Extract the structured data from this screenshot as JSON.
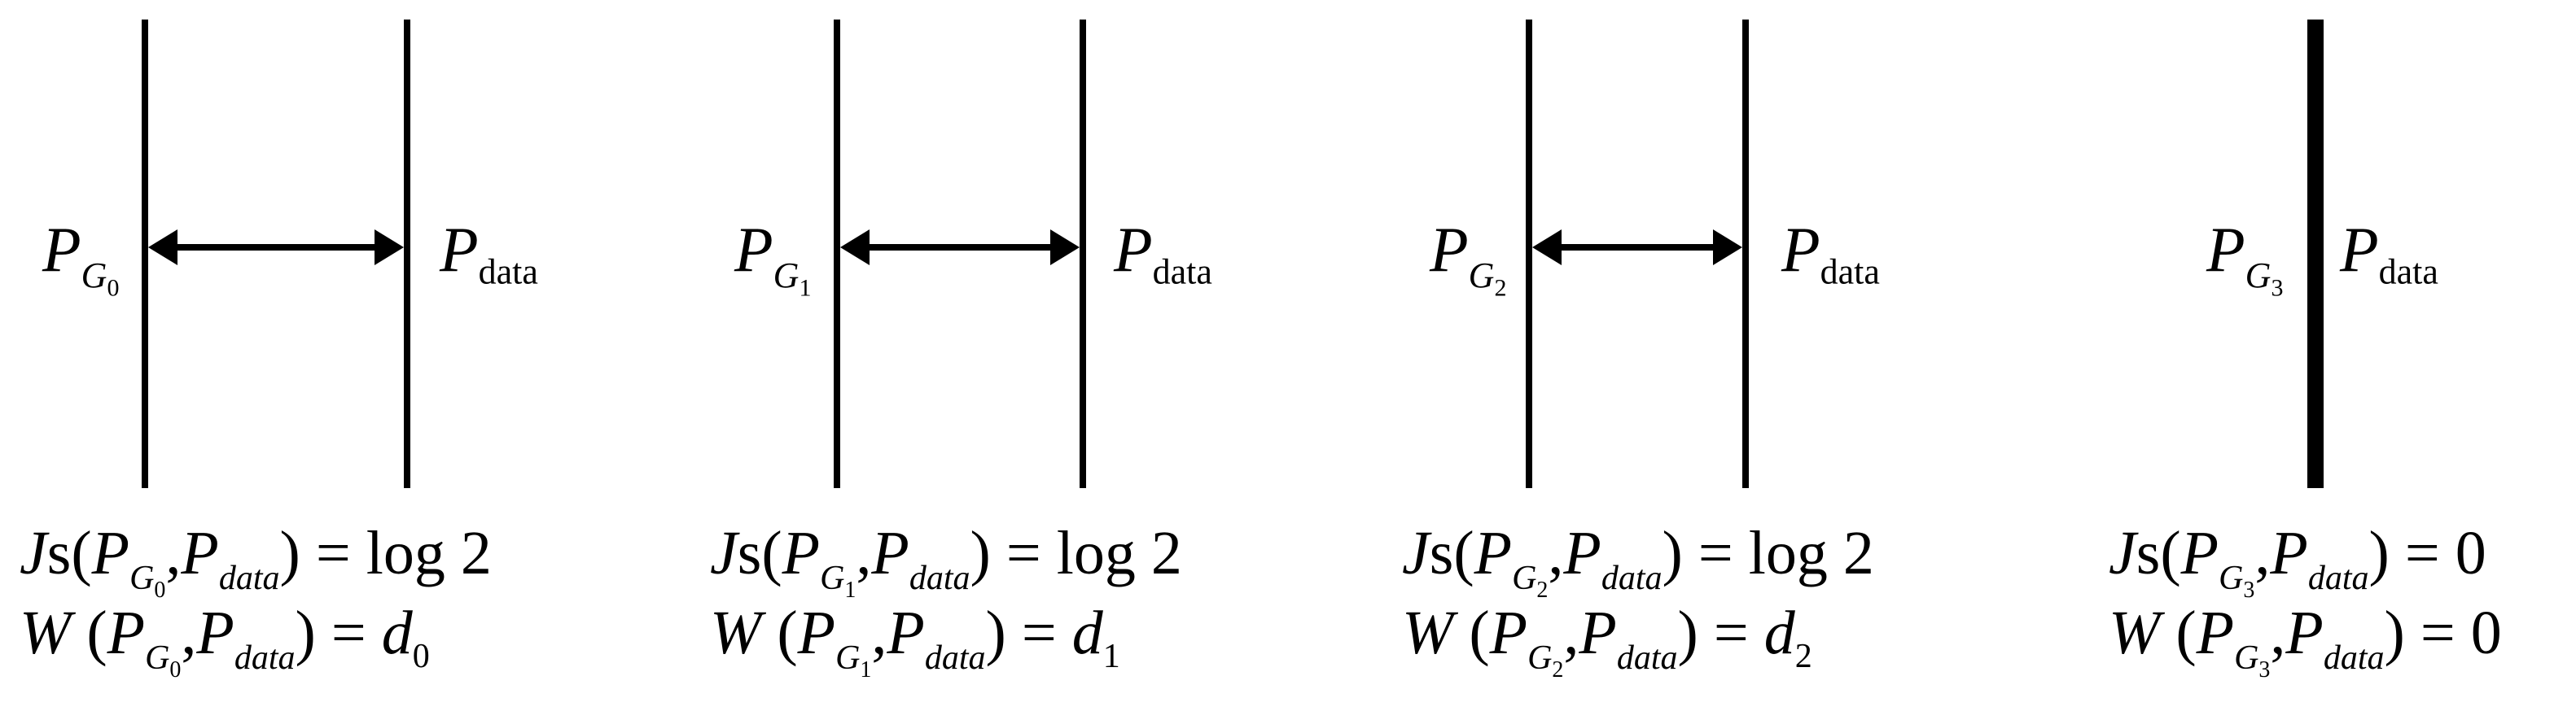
{
  "panels": [
    {
      "id": "0",
      "left_label": {
        "P": "P",
        "G": "G",
        "index": "0"
      },
      "right_label": {
        "P": "P",
        "sub": "data"
      },
      "has_arrow": true,
      "js_formula": {
        "prefix": "J",
        "s": "s",
        "open": "(",
        "P1": "P",
        "G": "G",
        "index": "0",
        "comma": ",",
        "P2": "P",
        "data": "data",
        "close": ")",
        "eq": "=",
        "rhs": "log 2"
      },
      "w_formula": {
        "W": "W",
        "open": "(",
        "P1": "P",
        "G": "G",
        "index": "0",
        "comma": ",",
        "P2": "P",
        "data": "data",
        "close": ")",
        "eq": "=",
        "rhs_var": "d",
        "rhs_sub": "0"
      }
    },
    {
      "id": "1",
      "left_label": {
        "P": "P",
        "G": "G",
        "index": "1"
      },
      "right_label": {
        "P": "P",
        "sub": "data"
      },
      "has_arrow": true,
      "js_formula": {
        "prefix": "J",
        "s": "s",
        "open": "(",
        "P1": "P",
        "G": "G",
        "index": "1",
        "comma": ",",
        "P2": "P",
        "data": "data",
        "close": ")",
        "eq": "=",
        "rhs": "log 2"
      },
      "w_formula": {
        "W": "W",
        "open": "(",
        "P1": "P",
        "G": "G",
        "index": "1",
        "comma": ",",
        "P2": "P",
        "data": "data",
        "close": ")",
        "eq": "=",
        "rhs_var": "d",
        "rhs_sub": "1"
      }
    },
    {
      "id": "2",
      "left_label": {
        "P": "P",
        "G": "G",
        "index": "2"
      },
      "right_label": {
        "P": "P",
        "sub": "data"
      },
      "has_arrow": true,
      "js_formula": {
        "prefix": "J",
        "s": "s",
        "open": "(",
        "P1": "P",
        "G": "G",
        "index": "2",
        "comma": ",",
        "P2": "P",
        "data": "data",
        "close": ")",
        "eq": "=",
        "rhs": "log 2"
      },
      "w_formula": {
        "W": "W",
        "open": "(",
        "P1": "P",
        "G": "G",
        "index": "2",
        "comma": ",",
        "P2": "P",
        "data": "data",
        "close": ")",
        "eq": "=",
        "rhs_var": "d",
        "rhs_sub": "2"
      }
    },
    {
      "id": "3",
      "left_label": {
        "P": "P",
        "G": "G",
        "index": "3"
      },
      "right_label": {
        "P": "P",
        "sub": "data"
      },
      "has_arrow": false,
      "js_formula": {
        "prefix": "J",
        "s": "s",
        "open": "(",
        "P1": "P",
        "G": "G",
        "index": "3",
        "comma": ",",
        "P2": "P",
        "data": "data",
        "close": ")",
        "eq": "=",
        "rhs": "0"
      },
      "w_formula": {
        "W": "W",
        "open": "(",
        "P1": "P",
        "G": "G",
        "index": "3",
        "comma": ",",
        "P2": "P",
        "data": "data",
        "close": ")",
        "eq": "=",
        "rhs_var": "",
        "rhs_sub": "",
        "rhs_plain": "0"
      }
    }
  ],
  "colors": {
    "line": "#000000",
    "background": "#ffffff"
  }
}
